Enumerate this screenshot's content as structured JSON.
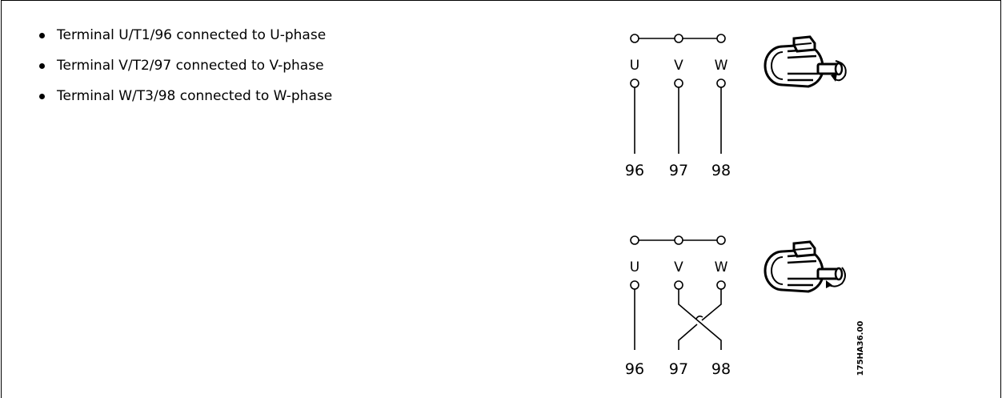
{
  "bullets": [
    "Terminal U/T1/96 connected to U-phase",
    "Terminal V/T2/97 connected to V-phase",
    "Terminal W/T3/98 connected to W-phase"
  ],
  "diagrams": [
    {
      "phase_labels": [
        "U",
        "V",
        "W"
      ],
      "terminal_numbers": [
        "96",
        "97",
        "98"
      ],
      "wiring": "straight",
      "motor_icon": "motor-icon"
    },
    {
      "phase_labels": [
        "U",
        "V",
        "W"
      ],
      "terminal_numbers": [
        "96",
        "97",
        "98"
      ],
      "wiring": "crossed",
      "motor_icon": "motor-icon"
    }
  ],
  "figure_id": "175HA36.00"
}
